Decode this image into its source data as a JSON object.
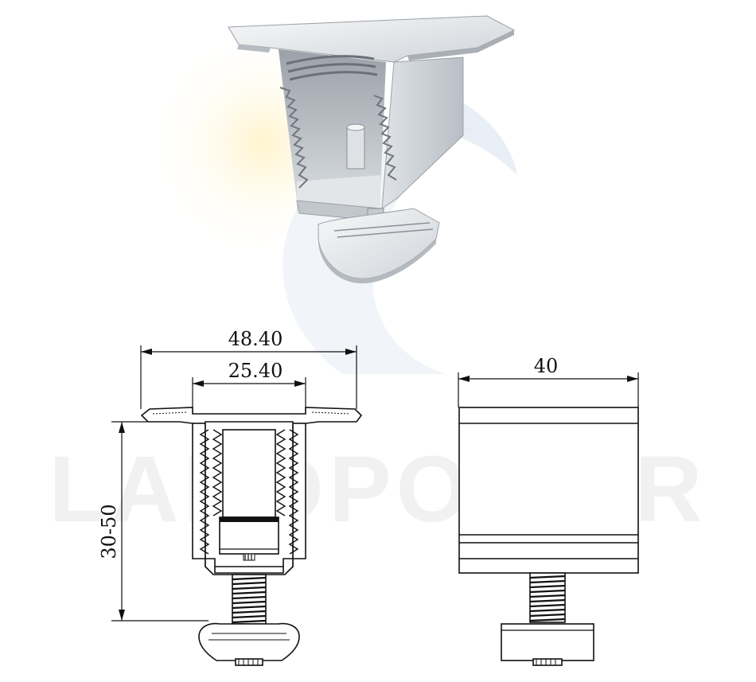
{
  "watermark": {
    "text": "LANDPOWER"
  },
  "dimensions": {
    "top_width": "48.40",
    "channel_width": "25.40",
    "height_range": "30-50",
    "side_width": "40"
  },
  "colors": {
    "line": "#111111",
    "metal_light": "#eef0f2",
    "metal_mid": "#c9ced3",
    "metal_dark": "#8a9097",
    "watermark": "#f1f1f1"
  }
}
